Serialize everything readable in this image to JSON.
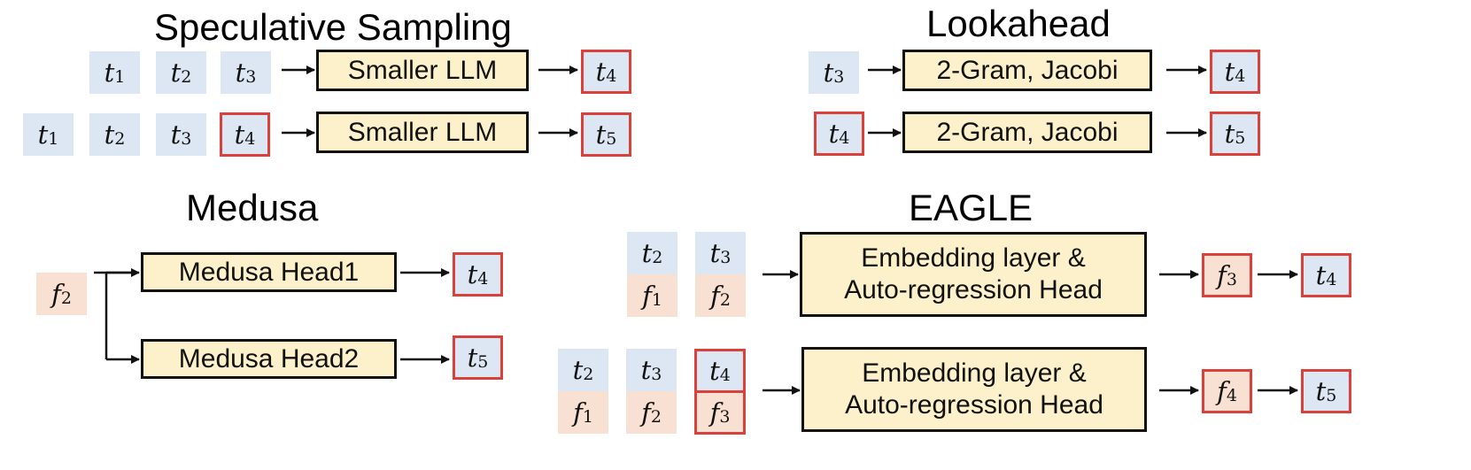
{
  "titles": {
    "speculative": "Speculative Sampling",
    "lookahead": "Lookahead",
    "medusa": "Medusa",
    "eagle": "EAGLE"
  },
  "boxes": {
    "smaller_llm": "Smaller LLM",
    "two_gram": "2-Gram, Jacobi",
    "medusa_head1": "Medusa Head1",
    "medusa_head2": "Medusa Head2",
    "eagle_line1": "Embedding layer &",
    "eagle_line2": "Auto-regression Head"
  },
  "tokens": {
    "t": "t",
    "f": "f",
    "s1": "1",
    "s2": "2",
    "s3": "3",
    "s4": "4",
    "s5": "5"
  },
  "colors": {
    "token_bg": "#dce7f3",
    "feature_bg": "#f8e0d2",
    "highlight_border": "#d9413a",
    "box_fill": "#fdf1cc"
  }
}
